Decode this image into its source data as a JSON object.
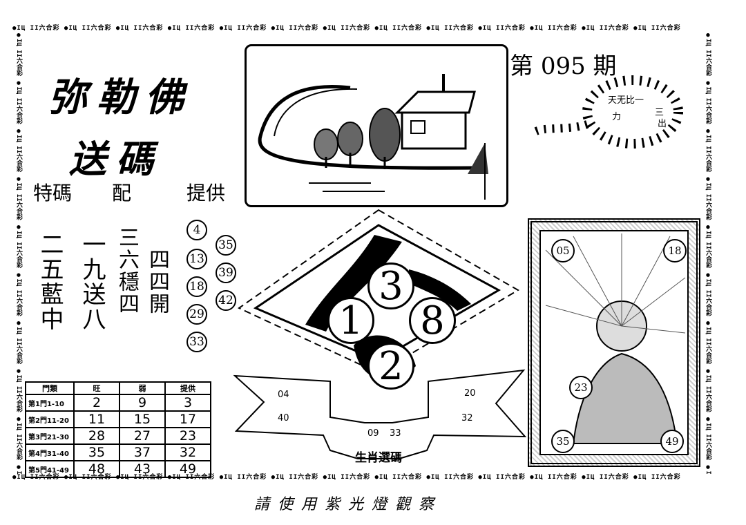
{
  "border_pattern": "●IЦ II六合彩 ●IЦ II六合彩 ●IЦ II六合彩 ●IЦ II六合彩 ●IЦ II六合彩 ●IЦ II六合彩 ●IЦ II六合彩 ●IЦ II六合彩 ●IЦ II六合彩 ●IЦ II六合彩 ●IЦ II六合彩 ●IЦ II六合彩 ●IЦ II六合彩",
  "title": {
    "line1": "弥勒佛",
    "line2": "送碼"
  },
  "issue": {
    "label_prefix": "第",
    "number": "095",
    "label_suffix": "期"
  },
  "subtitle": {
    "a": "特碼",
    "b": "配",
    "c": "提供"
  },
  "columns": {
    "col1": "二五藍中",
    "col2": "一九送八",
    "col3": "三六穩四",
    "col4": "四四開"
  },
  "circled_numbers_left": [
    "4",
    "13",
    "18",
    "29",
    "33"
  ],
  "circled_numbers_right": [
    "35",
    "39",
    "42"
  ],
  "beads": {
    "chars_top": "天无比一",
    "chars_mid": "力",
    "chars_right": "三",
    "chars_bottom": "出"
  },
  "diamond_numbers": [
    "3",
    "1",
    "8",
    "2"
  ],
  "ribbon": {
    "nums": [
      "04",
      "40",
      "09",
      "33",
      "20",
      "32"
    ],
    "label": "生肖選碼"
  },
  "buddha_numbers": [
    "05",
    "18",
    "23",
    "35",
    "49"
  ],
  "table": {
    "headers": [
      "門類",
      "旺",
      "弱",
      "提供"
    ],
    "rows": [
      {
        "label": "第1門1-10",
        "a": "2",
        "b": "9",
        "c": "3"
      },
      {
        "label": "第2門11-20",
        "a": "11",
        "b": "15",
        "c": "17"
      },
      {
        "label": "第3門21-30",
        "a": "28",
        "b": "27",
        "c": "23"
      },
      {
        "label": "第4門31-40",
        "a": "35",
        "b": "37",
        "c": "32"
      },
      {
        "label": "第5門41-49",
        "a": "48",
        "b": "43",
        "c": "49"
      }
    ]
  },
  "footer": "請使用紫光燈觀察"
}
